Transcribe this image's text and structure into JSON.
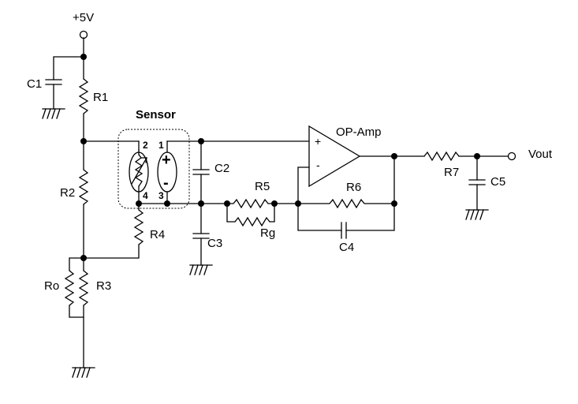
{
  "labels": {
    "supply": "+5V",
    "c1": "C1",
    "r1": "R1",
    "r2": "R2",
    "ro": "Ro",
    "r3": "R3",
    "r4": "R4",
    "sensor": "Sensor",
    "pin1": "1",
    "pin2": "2",
    "pin3": "3",
    "pin4": "4",
    "c2": "C2",
    "c3": "C3",
    "r5": "R5",
    "rg": "Rg",
    "opamp": "OP-Amp",
    "plus": "+",
    "minus": "-",
    "r6": "R6",
    "c4": "C4",
    "r7": "R7",
    "c5": "C5",
    "vout": "Vout",
    "cell_plus": "+",
    "cell_minus": "-"
  }
}
